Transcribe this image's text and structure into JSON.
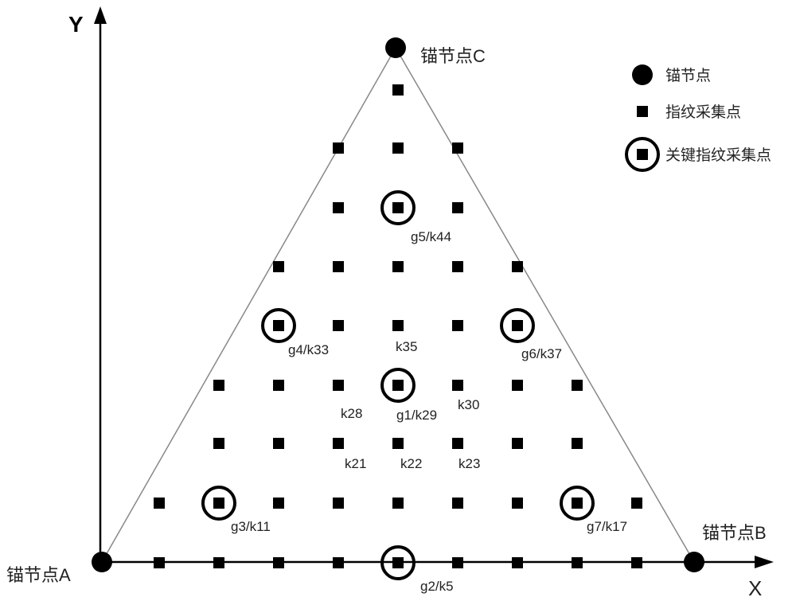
{
  "axes": {
    "x_label": "X",
    "y_label": "Y"
  },
  "anchors": {
    "a": {
      "label": "锚节点A"
    },
    "b": {
      "label": "锚节点B"
    },
    "c": {
      "label": "锚节点C"
    }
  },
  "legend": {
    "anchor": "锚节点",
    "fingerprint": "指纹采集点",
    "key_fingerprint": "关键指纹采集点"
  },
  "key_labels": {
    "g1": "g1/k29",
    "g2": "g2/k5",
    "g3": "g3/k11",
    "g4": "g4/k33",
    "g5": "g5/k44",
    "g6": "g6/k37",
    "g7": "g7/k17"
  },
  "point_labels": {
    "k21": "k21",
    "k22": "k22",
    "k23": "k23",
    "k28": "k28",
    "k30": "k30",
    "k35": "k35"
  },
  "colors": {
    "ink": "#000000",
    "line": "#888888",
    "text": "#222222"
  }
}
